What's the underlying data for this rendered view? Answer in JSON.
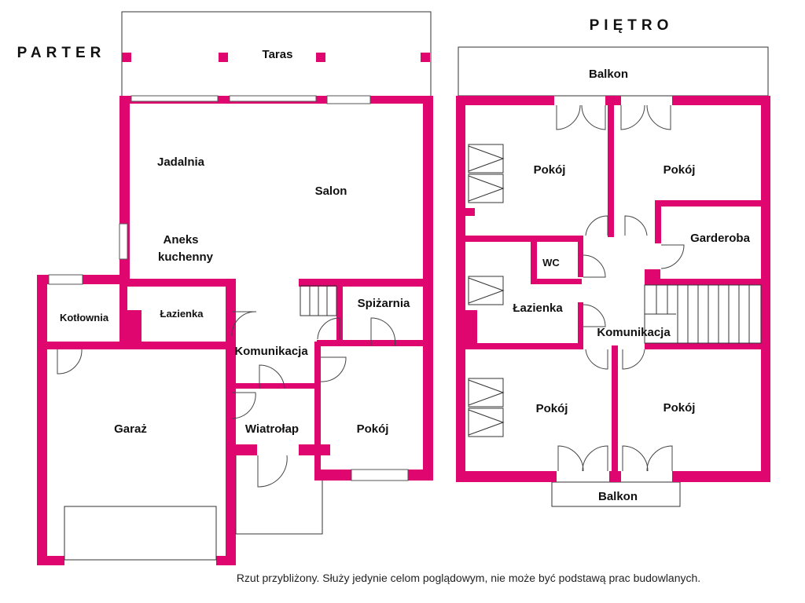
{
  "titles": {
    "ground": "PARTER",
    "upper": "PIĘTRO"
  },
  "ground_rooms": {
    "terrace": "Taras",
    "dining": "Jadalnia",
    "living": "Salon",
    "kitchen_line1": "Aneks",
    "kitchen_line2": "kuchenny",
    "boiler": "Kotłownia",
    "bathroom": "Łazienka",
    "pantry": "Spiżarnia",
    "hall": "Komunikacja",
    "garage": "Garaż",
    "vestibule": "Wiatrołap",
    "room": "Pokój"
  },
  "upper_rooms": {
    "balcony_top": "Balkon",
    "room_nw": "Pokój",
    "room_ne": "Pokój",
    "wardrobe": "Garderoba",
    "wc": "WC",
    "bathroom": "Łazienka",
    "hall": "Komunikacja",
    "room_sw": "Pokój",
    "room_se": "Pokój",
    "balcony_bottom": "Balkon"
  },
  "disclaimer": "Rzut przybliżony. Służy jedynie celom poglądowym, nie może być podstawą prac budowlanych.",
  "colors": {
    "walls": "#E0066F"
  }
}
